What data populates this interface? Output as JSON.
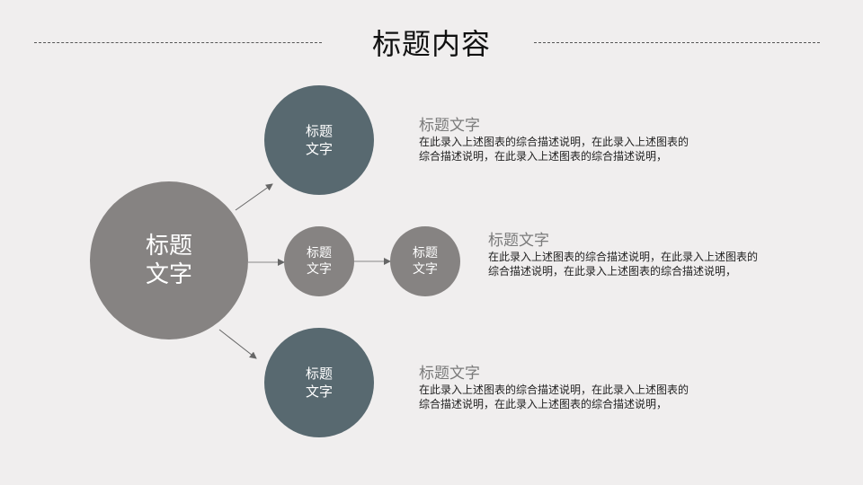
{
  "header": {
    "title": "标题内容"
  },
  "diagram": {
    "root": {
      "line1": "标题",
      "line2": "文字",
      "color": "#868382"
    },
    "top_node": {
      "line1": "标题",
      "line2": "文字",
      "color": "#586970"
    },
    "middle_nodes": [
      {
        "line1": "标题",
        "line2": "文字",
        "color": "#868382"
      },
      {
        "line1": "标题",
        "line2": "文字",
        "color": "#868382"
      }
    ],
    "bottom_node": {
      "line1": "标题",
      "line2": "文字",
      "color": "#586970"
    },
    "descriptions": [
      {
        "title": "标题文字",
        "line1": "在此录入上述图表的综合描述说明，在此录入上述图表的",
        "line2": "综合描述说明，在此录入上述图表的综合描述说明，"
      },
      {
        "title": "标题文字",
        "line1": "在此录入上述图表的综合描述说明，在此录入上述图表的",
        "line2": "综合描述说明，在此录入上述图表的综合描述说明，"
      },
      {
        "title": "标题文字",
        "line1": "在此录入上述图表的综合描述说明，在此录入上述图表的",
        "line2": "综合描述说明，在此录入上述图表的综合描述说明，"
      }
    ]
  }
}
